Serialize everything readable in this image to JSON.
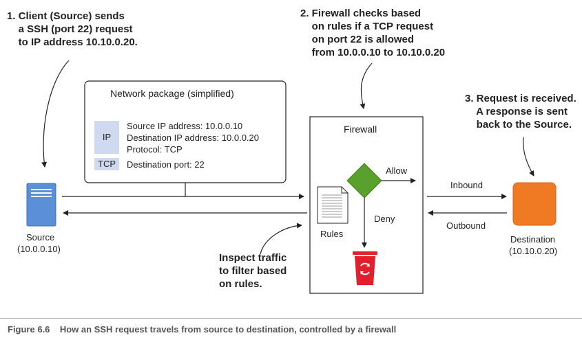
{
  "steps": {
    "step1": "1. Client (Source) sends\n    a SSH (port 22) request\n    to IP address 10.10.0.20.",
    "step2": "2. Firewall checks based\n    on rules if a TCP request\n    on port 22 is allowed\n    from 10.0.0.10 to 10.10.0.20",
    "step3": "3. Request is received.\n    A response is sent\n    back to the Source.",
    "inspect": "Inspect traffic\nto filter based\non rules."
  },
  "package": {
    "title": "Network package (simplified)",
    "ip_tag": "IP",
    "tcp_tag": "TCP",
    "source_ip": "Source IP address: 10.0.0.10",
    "destination_ip": "Destination IP address: 10.0.0.20",
    "protocol": "Protocol: TCP",
    "destination_port": "Destination port: 22"
  },
  "firewall": {
    "title": "Firewall",
    "allow": "Allow",
    "deny": "Deny",
    "rules": "Rules"
  },
  "source": {
    "name": "Source",
    "ip": "(10.0.0.10)"
  },
  "destination": {
    "name": "Destination",
    "ip": "(10.10.0.20)"
  },
  "flows": {
    "inbound": "Inbound",
    "outbound": "Outbound"
  },
  "caption": "Figure 6.6    How an SSH request travels from source to destination, controlled by a firewall",
  "colors": {
    "source_server": "#5b8fd6",
    "destination_server": "#f07a23",
    "decision_diamond": "#5aa02c",
    "deny_bin": "#e2202b",
    "tag_background": "#cfdaf0"
  }
}
